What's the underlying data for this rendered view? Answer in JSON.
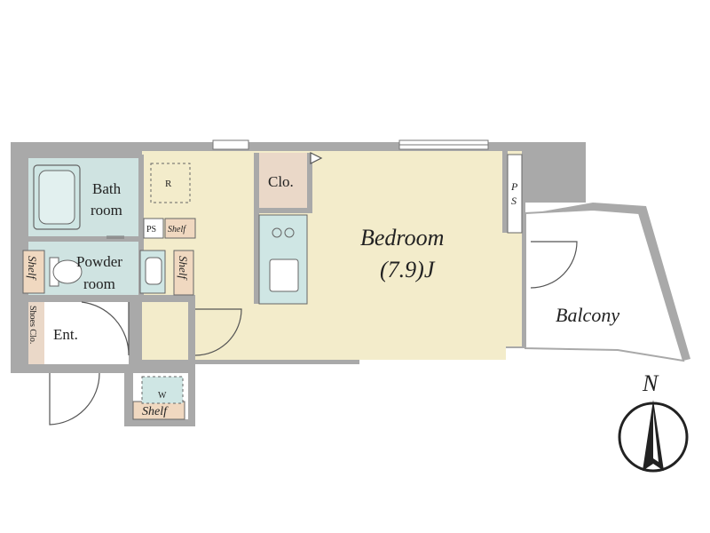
{
  "rooms": {
    "bath": [
      "Bath",
      "room"
    ],
    "powder": [
      "Powder",
      "room"
    ],
    "bedroom": [
      "Bedroom",
      "(7.9)J"
    ],
    "closet": "Clo.",
    "entrance": "Ent.",
    "balcony": "Balcony",
    "shoes_closet": "Shoes Clo."
  },
  "fixtures": {
    "refrigerator": "R",
    "washer": "W",
    "pipe_space": "PS",
    "pipe_space_right": [
      "P",
      "S"
    ],
    "shelf": "Shelf"
  },
  "compass": {
    "north_label": "N"
  },
  "colors": {
    "wall": "#a9a9a9",
    "bedroom_floor": "#f3eccb",
    "bath_floor": "#cfe3e1",
    "closet_floor": "#ead8c8",
    "fixture_fill": "#cfe6e4",
    "shelf_fill": "#f0d8c0"
  }
}
